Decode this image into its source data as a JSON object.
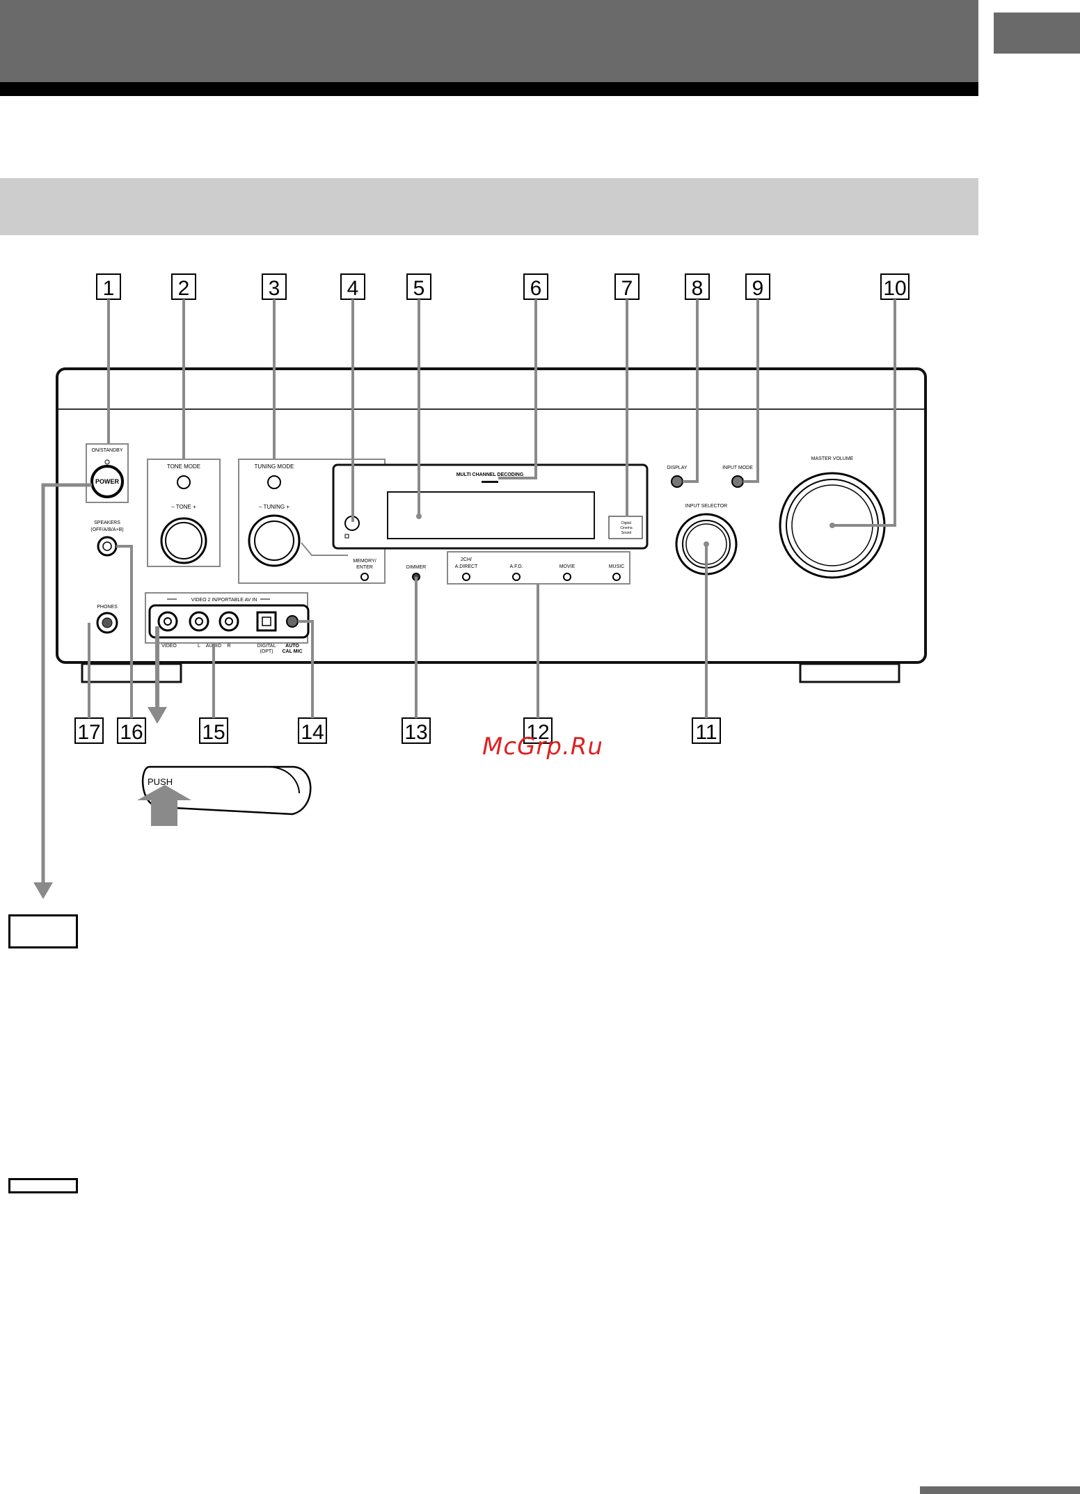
{
  "callouts": [
    "1",
    "2",
    "3",
    "4",
    "5",
    "6",
    "7",
    "8",
    "9",
    "10",
    "11",
    "12",
    "13",
    "14",
    "15",
    "16",
    "17"
  ],
  "panel": {
    "on_standby": "ON/STANDBY",
    "power": "POWER",
    "tone_mode": "TONE MODE",
    "tone": "–  TONE  +",
    "tuning_mode": "TUNING MODE",
    "tuning": "–  TUNING  +",
    "memory_enter_1": "MEMORY/",
    "memory_enter_2": "ENTER",
    "multi_channel": "MULTI CHANNEL DECODING",
    "dcs_1": "Digital",
    "dcs_2": "Cinema",
    "dcs_3": "Sound",
    "display": "DISPLAY",
    "input_mode": "INPUT MODE",
    "master_volume": "MASTER VOLUME",
    "input_selector": "INPUT SELECTOR",
    "speakers_1": "SPEAKERS",
    "speakers_2": "(OFF/A/B/A+B)",
    "phones": "PHONES",
    "video2": "VIDEO 2 IN/PORTABLE AV IN",
    "video": "VIDEO",
    "audio_l": "L",
    "audio": "AUDIO",
    "audio_r": "R",
    "digital_1": "DIGITAL",
    "digital_2": "(OPT)",
    "auto_1": "AUTO",
    "auto_2": "CAL MIC",
    "dimmer": "DIMMER",
    "a_direct_1": "2CH/",
    "a_direct_2": "A.DIRECT",
    "afd": "A.F.D.",
    "movie": "MOVIE",
    "music": "MUSIC"
  },
  "push_label": "PUSH",
  "watermark": "McGrp.Ru"
}
